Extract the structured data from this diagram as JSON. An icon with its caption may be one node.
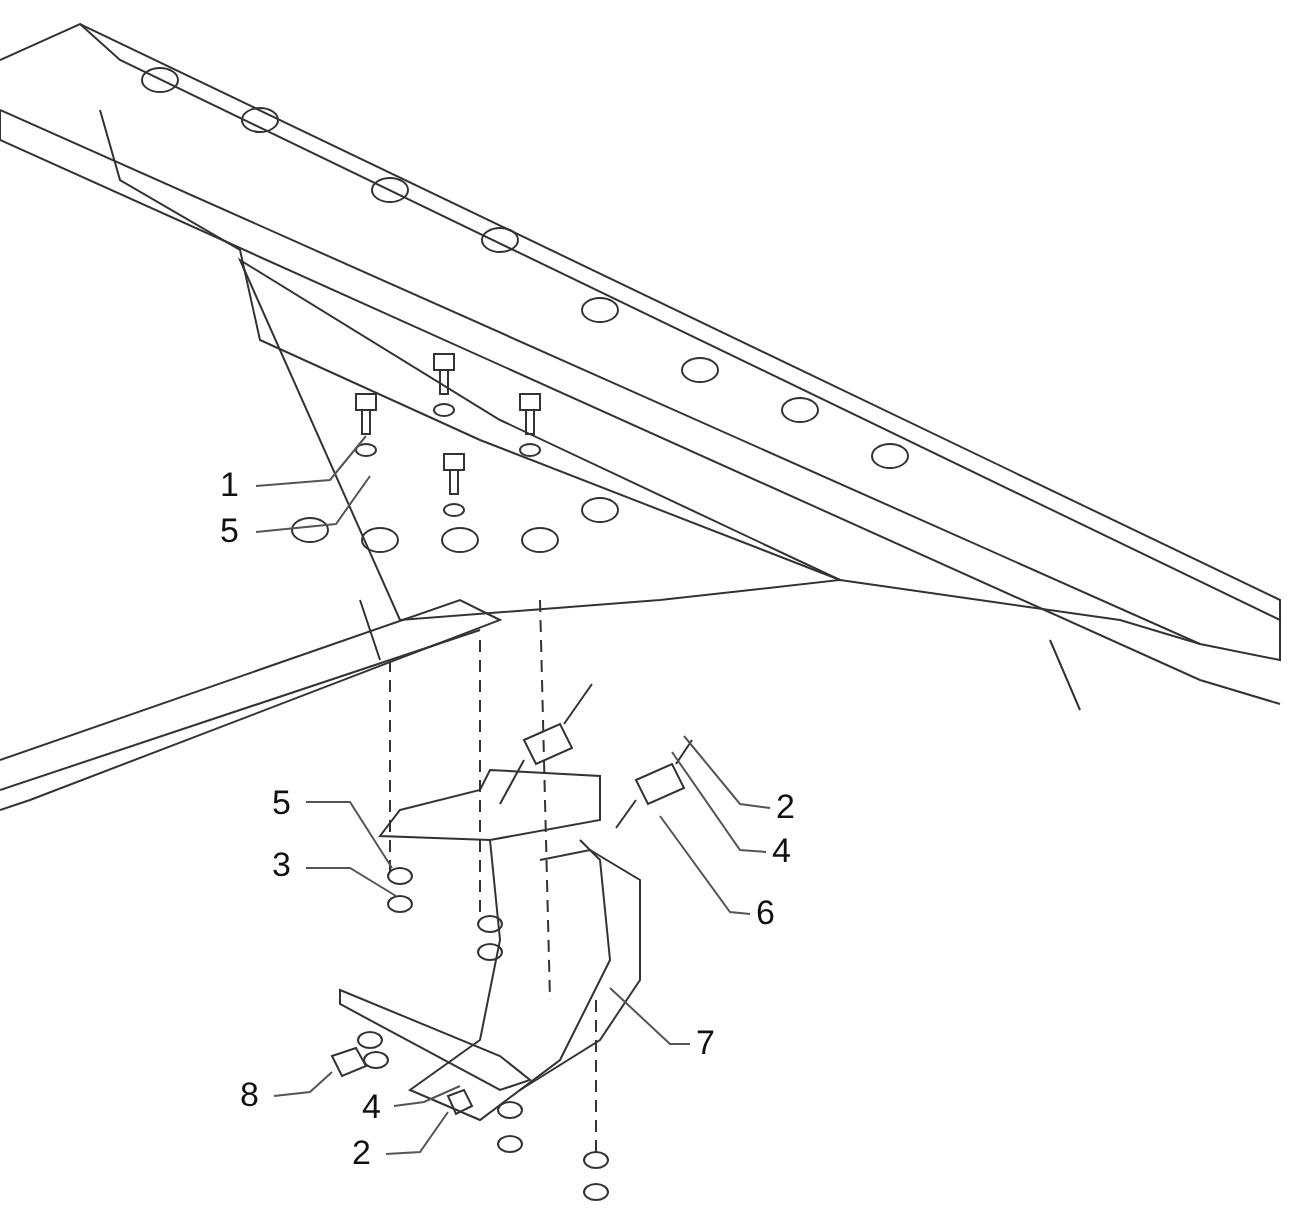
{
  "diagram": {
    "nodes": [
      {
        "text": [
          "1"
        ]
      },
      {
        "text": [
          "5"
        ]
      },
      {
        "text": [
          "5"
        ]
      },
      {
        "text": [
          "3"
        ]
      },
      {
        "text": [
          "8"
        ]
      },
      {
        "text": [
          "4"
        ]
      },
      {
        "text": [
          "2"
        ]
      },
      {
        "text": [
          "2"
        ]
      },
      {
        "text": [
          "4"
        ]
      },
      {
        "text": [
          "6"
        ]
      },
      {
        "text": [
          "7"
        ]
      }
    ],
    "edges": [
      {
        "from": 0,
        "to": null,
        "arrow": "none"
      },
      {
        "from": 1,
        "to": null,
        "arrow": "none"
      },
      {
        "from": 2,
        "to": null,
        "arrow": "none"
      },
      {
        "from": 3,
        "to": null,
        "arrow": "none"
      },
      {
        "from": 4,
        "to": null,
        "arrow": "none"
      },
      {
        "from": 5,
        "to": null,
        "arrow": "none"
      },
      {
        "from": 6,
        "to": null,
        "arrow": "none"
      },
      {
        "from": 7,
        "to": null,
        "arrow": "none"
      },
      {
        "from": 8,
        "to": null,
        "arrow": "none"
      },
      {
        "from": 9,
        "to": null,
        "arrow": "none"
      },
      {
        "from": 10,
        "to": null,
        "arrow": "none"
      }
    ]
  }
}
